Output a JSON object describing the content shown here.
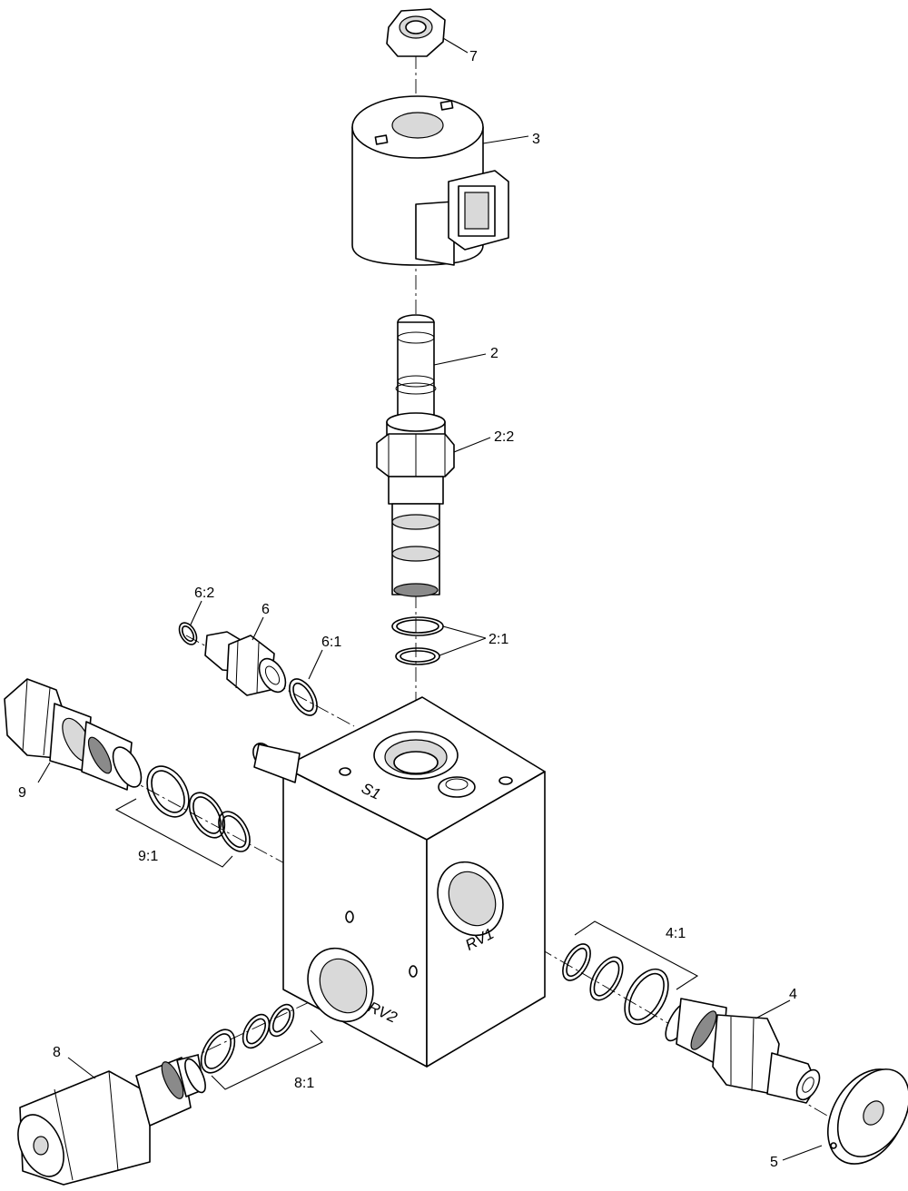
{
  "callouts": {
    "c7": "7",
    "c3": "3",
    "c2": "2",
    "c2_2": "2:2",
    "c2_1": "2:1",
    "c6_2": "6:2",
    "c6": "6",
    "c6_1": "6:1",
    "c9": "9",
    "c9_1": "9:1",
    "c4_1": "4:1",
    "c4": "4",
    "c8": "8",
    "c8_1": "8:1",
    "c5": "5"
  },
  "port_labels": {
    "s1": "S1",
    "rv1": "RV1",
    "rv2": "RV2"
  }
}
